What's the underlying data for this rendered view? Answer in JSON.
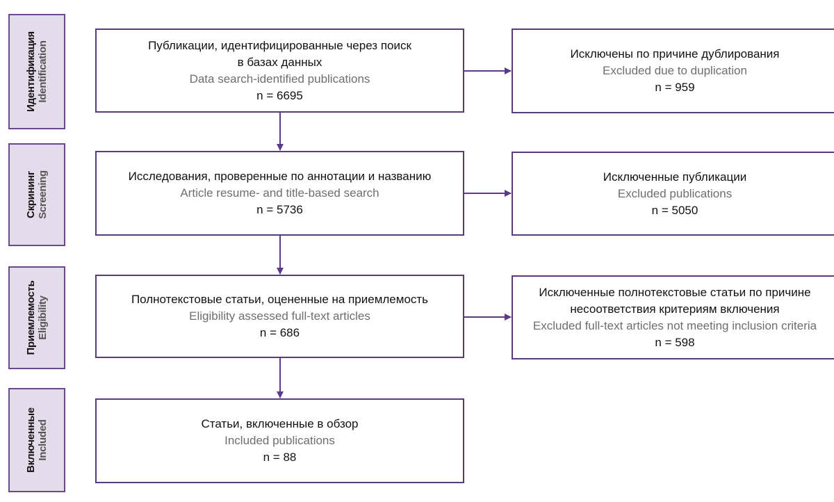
{
  "stages": {
    "identification": {
      "ru": "Идентификация",
      "en": "Identification"
    },
    "screening": {
      "ru": "Скрининг",
      "en": "Screening"
    },
    "eligibility": {
      "ru": "Приемлемость",
      "en": "Eligibility"
    },
    "included": {
      "ru": "Включенные",
      "en": "Included"
    }
  },
  "boxes": {
    "identified": {
      "ru1": "Публикации, идентифицированные через поиск",
      "ru2": "в базах данных",
      "en": "Data search-identified publications",
      "n": "n = 6695"
    },
    "duplicates": {
      "ru": "Исключены по причине дублирования",
      "en": "Excluded due to duplication",
      "n": "n = 959"
    },
    "screened": {
      "ru": "Исследования, проверенные по аннотации и названию",
      "en": "Article resume- and title-based search",
      "n": "n = 5736"
    },
    "excluded_screen": {
      "ru": "Исключенные публикации",
      "en": "Excluded publications",
      "n": "n = 5050"
    },
    "eligibility": {
      "ru": "Полнотекстовые статьи, оцененные на приемлемость",
      "en": "Eligibility assessed full-text articles",
      "n": "n = 686"
    },
    "excluded_fulltext": {
      "ru1": "Исключенные полнотекстовые статьи по причине",
      "ru2": "несоответствия критериям включения",
      "en": "Excluded full-text articles not meeting inclusion criteria",
      "n": "n = 598"
    },
    "included": {
      "ru": "Статьи, включенные в обзор",
      "en": "Included publications",
      "n": "n = 88"
    }
  },
  "colors": {
    "border": "#5a3a7e",
    "arrow": "#5c3a88",
    "stage_fill": "#e4dcea",
    "english_text": "#6e6e6e"
  }
}
